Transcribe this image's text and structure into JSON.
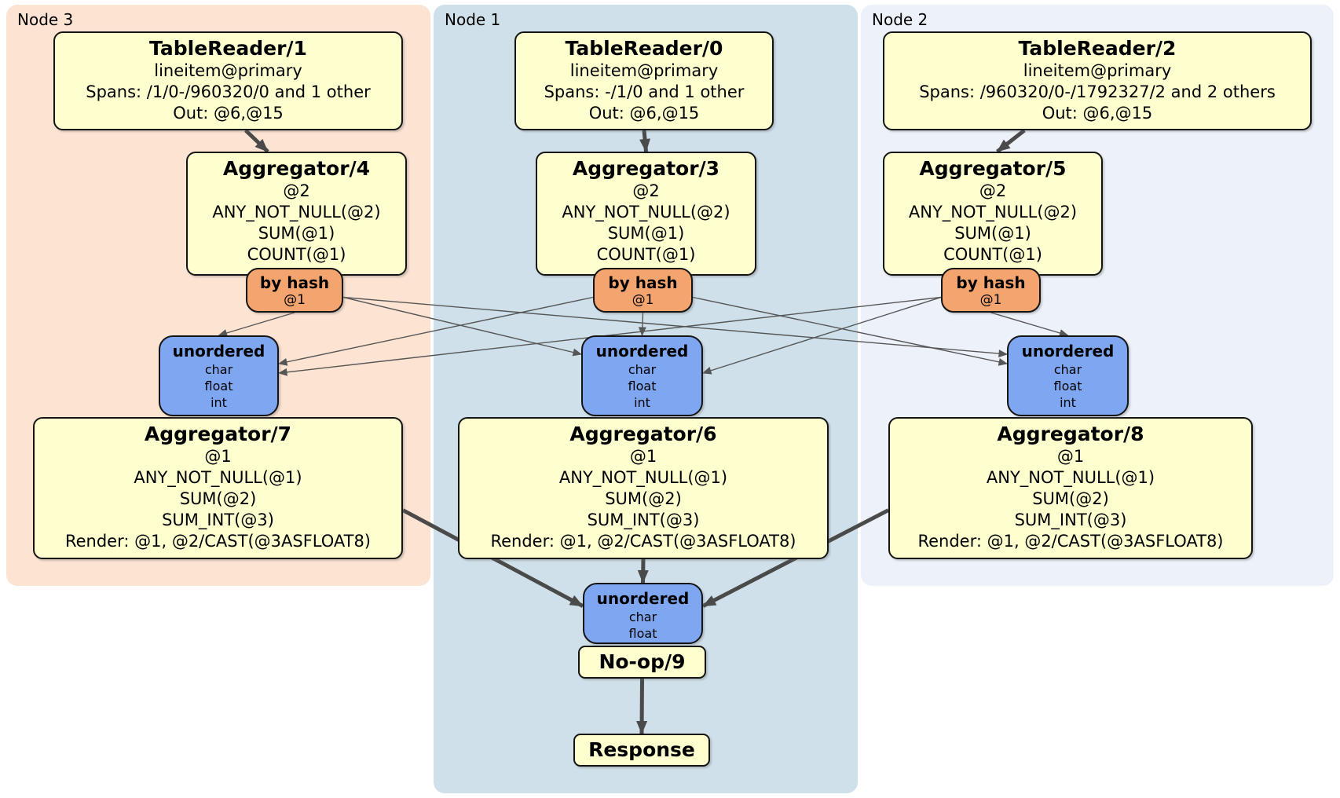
{
  "diagram": {
    "regions": [
      {
        "id": "node3",
        "label": "Node 3"
      },
      {
        "id": "node1",
        "label": "Node 1"
      },
      {
        "id": "node2",
        "label": "Node 2"
      }
    ],
    "nodes": [
      {
        "id": "tablereader-1",
        "region": "node3",
        "type": "processor",
        "title": "TableReader/1",
        "lines": [
          "lineitem@primary",
          "Spans: /1/0-/960320/0 and 1 other",
          "Out: @6,@15"
        ]
      },
      {
        "id": "aggregator-4",
        "region": "node3",
        "type": "processor",
        "title": "Aggregator/4",
        "lines": [
          "@2",
          "ANY_NOT_NULL(@2)",
          "SUM(@1)",
          "COUNT(@1)"
        ]
      },
      {
        "id": "byhash-node3",
        "region": "node3",
        "type": "router",
        "title": "by hash",
        "lines": [
          "@1"
        ]
      },
      {
        "id": "unordered-node3",
        "region": "node3",
        "type": "sync",
        "title": "unordered",
        "lines": [
          "char",
          "float",
          "int"
        ]
      },
      {
        "id": "aggregator-7",
        "region": "node3",
        "type": "processor",
        "title": "Aggregator/7",
        "lines": [
          "@1",
          "ANY_NOT_NULL(@1)",
          "SUM(@2)",
          "SUM_INT(@3)",
          "Render: @1, @2/CAST(@3ASFLOAT8)"
        ]
      },
      {
        "id": "tablereader-0",
        "region": "node1",
        "type": "processor",
        "title": "TableReader/0",
        "lines": [
          "lineitem@primary",
          "Spans: -/1/0 and 1 other",
          "Out: @6,@15"
        ]
      },
      {
        "id": "aggregator-3",
        "region": "node1",
        "type": "processor",
        "title": "Aggregator/3",
        "lines": [
          "@2",
          "ANY_NOT_NULL(@2)",
          "SUM(@1)",
          "COUNT(@1)"
        ]
      },
      {
        "id": "byhash-node1",
        "region": "node1",
        "type": "router",
        "title": "by hash",
        "lines": [
          "@1"
        ]
      },
      {
        "id": "unordered-node1",
        "region": "node1",
        "type": "sync",
        "title": "unordered",
        "lines": [
          "char",
          "float",
          "int"
        ]
      },
      {
        "id": "aggregator-6",
        "region": "node1",
        "type": "processor",
        "title": "Aggregator/6",
        "lines": [
          "@1",
          "ANY_NOT_NULL(@1)",
          "SUM(@2)",
          "SUM_INT(@3)",
          "Render: @1, @2/CAST(@3ASFLOAT8)"
        ]
      },
      {
        "id": "unordered-final",
        "region": "node1",
        "type": "sync",
        "title": "unordered",
        "lines": [
          "char",
          "float"
        ]
      },
      {
        "id": "noop-9",
        "region": "node1",
        "type": "label",
        "title": "No-op/9",
        "lines": []
      },
      {
        "id": "response",
        "region": "node1",
        "type": "label",
        "title": "Response",
        "lines": []
      },
      {
        "id": "tablereader-2",
        "region": "node2",
        "type": "processor",
        "title": "TableReader/2",
        "lines": [
          "lineitem@primary",
          "Spans: /960320/0-/1792327/2 and 2 others",
          "Out: @6,@15"
        ]
      },
      {
        "id": "aggregator-5",
        "region": "node2",
        "type": "processor",
        "title": "Aggregator/5",
        "lines": [
          "@2",
          "ANY_NOT_NULL(@2)",
          "SUM(@1)",
          "COUNT(@1)"
        ]
      },
      {
        "id": "byhash-node2",
        "region": "node2",
        "type": "router",
        "title": "by hash",
        "lines": [
          "@1"
        ]
      },
      {
        "id": "unordered-node2",
        "region": "node2",
        "type": "sync",
        "title": "unordered",
        "lines": [
          "char",
          "float",
          "int"
        ]
      },
      {
        "id": "aggregator-8",
        "region": "node2",
        "type": "processor",
        "title": "Aggregator/8",
        "lines": [
          "@1",
          "ANY_NOT_NULL(@1)",
          "SUM(@2)",
          "SUM_INT(@3)",
          "Render: @1, @2/CAST(@3ASFLOAT8)"
        ]
      }
    ],
    "edges": [
      {
        "from": "tablereader-1",
        "to": "aggregator-4",
        "style": "thick"
      },
      {
        "from": "tablereader-0",
        "to": "aggregator-3",
        "style": "thick"
      },
      {
        "from": "tablereader-2",
        "to": "aggregator-5",
        "style": "thick"
      },
      {
        "from": "byhash-node3",
        "to": "unordered-node3",
        "style": "thin"
      },
      {
        "from": "byhash-node3",
        "to": "unordered-node1",
        "style": "thin"
      },
      {
        "from": "byhash-node3",
        "to": "unordered-node2",
        "style": "thin"
      },
      {
        "from": "byhash-node1",
        "to": "unordered-node3",
        "style": "thin"
      },
      {
        "from": "byhash-node1",
        "to": "unordered-node1",
        "style": "thin"
      },
      {
        "from": "byhash-node1",
        "to": "unordered-node2",
        "style": "thin"
      },
      {
        "from": "byhash-node2",
        "to": "unordered-node3",
        "style": "thin"
      },
      {
        "from": "byhash-node2",
        "to": "unordered-node1",
        "style": "thin"
      },
      {
        "from": "byhash-node2",
        "to": "unordered-node2",
        "style": "thin"
      },
      {
        "from": "aggregator-7",
        "to": "unordered-final",
        "style": "thick"
      },
      {
        "from": "aggregator-6",
        "to": "unordered-final",
        "style": "thick"
      },
      {
        "from": "aggregator-8",
        "to": "unordered-final",
        "style": "thick"
      },
      {
        "from": "noop-9",
        "to": "response",
        "style": "thick"
      }
    ],
    "colors": {
      "processor_fill": "#FEFECF",
      "router_fill": "#F4A56F",
      "sync_fill": "#7FA7F1",
      "box_border": "#141414",
      "region_node3": "#FCE3D2",
      "region_node1": "#CFE0EA",
      "region_node2": "#EDF2FA",
      "edge_thick": "#4A4A4A",
      "edge_thin": "#565656"
    }
  }
}
